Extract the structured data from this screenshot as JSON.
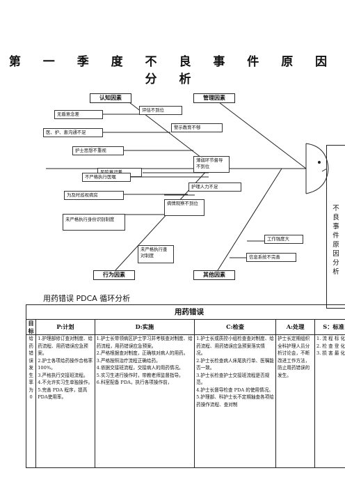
{
  "page_title": "第 一 季 度 不 良 事 件 原 因 分 析",
  "fishbone": {
    "categories": {
      "cognition": "认知因素",
      "management": "管理因素",
      "behavior": "行为因素",
      "other": "其他因素"
    },
    "head_text": [
      "不",
      "良",
      "事",
      "件",
      "原",
      "因",
      "分",
      "析"
    ],
    "causes": {
      "no_concept": "无盾意念差",
      "communication": "医、护、患沟通不足",
      "awareness": "护士思想不重视",
      "risk": "风险意识差",
      "eval_late": "评估不到位",
      "warning": "警示教育不够",
      "weak_link": "薄弱环节督导不到位",
      "staff_short": "护理人力不足",
      "not_strict_check": "不严格执行医嘱",
      "no_ward_round": "为及时巡视病房",
      "identity": "未严格执行身份识别制度",
      "observe": "病情观察不到位",
      "check_system": "未严格执行查对制度",
      "workload": "工作强度大",
      "info_system": "信息系统不完善"
    }
  },
  "section_title": "用药错误 PDCA 循环分析",
  "table": {
    "title": "用药错误",
    "headers": {
      "goal": "目标",
      "plan": "P:计划",
      "do": "D:实施",
      "check": "C:检查",
      "act": "A:处理",
      "standard": "S：标准"
    },
    "goal_text": [
      "给",
      "药",
      "错",
      "误",
      "发",
      "生",
      "率",
      "为",
      "0"
    ],
    "plan": [
      "1.护理部修订查对制度、给药流程、用药错误应急预案。",
      "2.护士各项给药操作合格率 100%。",
      "3.严格执行交接班流程。",
      "4.不允许实习生单独操作。",
      "5.完善 PDA 程序，提高PDA使用率。"
    ],
    "do": [
      "1.护士长带领病区护士学习并考核查对制度、给药流程，用药错误应急预案。",
      "2.严格根据查对制度，正确核对病人的用药。",
      "3.严格按照治疗流程正确给药。",
      "4.依据交接班流程，交接病人的用药情况。",
      "5.实习生进行操作时，带教老师监督指导。",
      "6.科室配备 PDA，执行各项操作前，"
    ],
    "check": [
      "1.护士长或质控小组检查查对制度、给药流程、用药错误应急预案落实情况。",
      "2.护士长检查病人床尾执行单、医嘱能否一致。",
      "3.护士长检查护士交接班流程是否规范。",
      "4.护士长督导检查 PDA 的使用情况。",
      "5.护理部、科护士长不定期抽查各项给药操作流程、查对制"
    ],
    "act": "护士长定期组织全科护理人员分析讨论会，不断改进工作方法，防止用药错误的发生。",
    "standard": [
      "1. 流 程 标 化。",
      "2. 检 查 登 化。",
      "3. 损 害 最 化。"
    ]
  }
}
